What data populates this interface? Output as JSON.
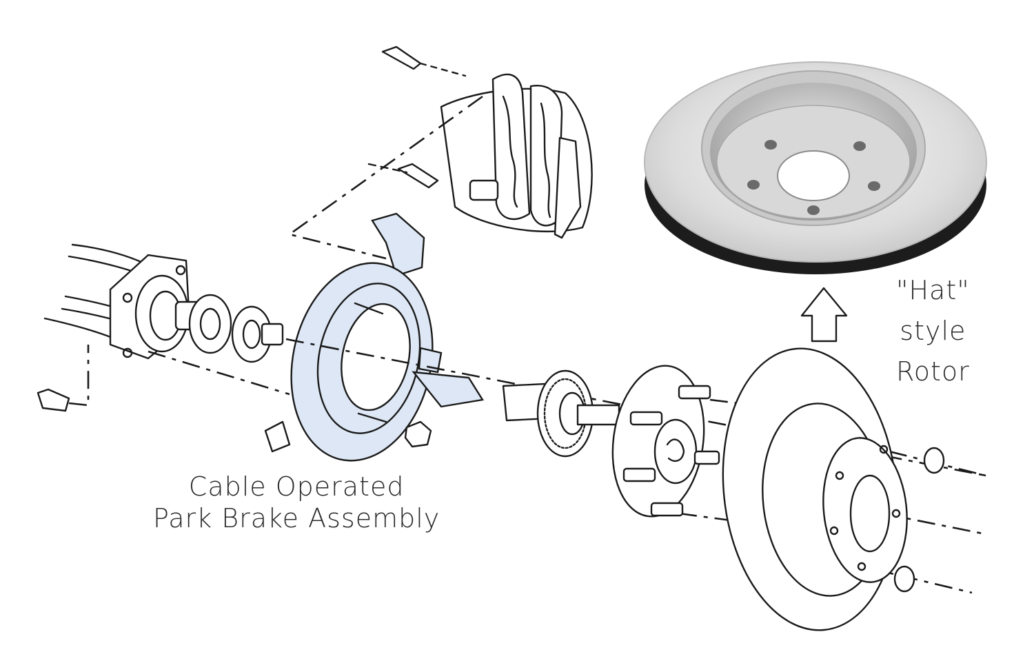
{
  "labels": {
    "park_brake": [
      "Cable Operated",
      "Park Brake Assembly"
    ],
    "hat_rotor": [
      "\"Hat\"",
      "style",
      "Rotor"
    ]
  },
  "colors": {
    "park_brake_fill": "#dde7f5",
    "rotor_metal": "#d4d4d4"
  }
}
